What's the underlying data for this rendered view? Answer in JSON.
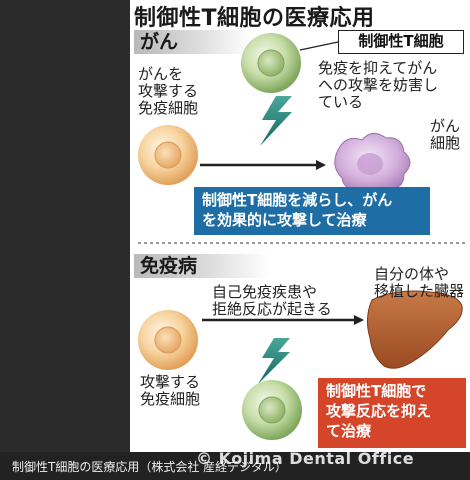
{
  "title": "制御性T細胞の医療応用",
  "sections": {
    "cancer": "がん",
    "autoimmune": "免疫病"
  },
  "cancer_panel": {
    "treg_tag": "制御性T細胞",
    "treg_note": [
      "免疫を抑えてがん",
      "への攻撃を妨害し",
      "ている"
    ],
    "attacking_cell": [
      "がんを",
      "攻撃する",
      "免疫細胞"
    ],
    "cancer_cell": [
      "がん",
      "細胞"
    ],
    "callout": [
      "制御性T細胞を減らし、がん",
      "を効果的に攻撃して治療"
    ]
  },
  "autoimmune_panel": {
    "disease_note": [
      "自己免疫疾患や",
      "拒絶反応が起きる"
    ],
    "target": [
      "自分の体や",
      "移植した臓器"
    ],
    "attacking_cell": [
      "攻撃する",
      "免疫細胞"
    ],
    "callout": [
      "制御性T細胞で",
      "攻撃反応を抑え",
      "て治療"
    ]
  },
  "footer": {
    "caption": "制御性T細胞の医療応用（株式会社 産経デジタル）",
    "watermark": "© Kojima Dental Office"
  },
  "colors": {
    "callout_blue": "#1f6da5",
    "callout_red": "#d4452a",
    "green_cell": "#a9c98a",
    "orange_cell": "#f1c281",
    "cancer_cell": "#c9a3d2",
    "organ": "#b5602e",
    "lightning": "#1e7b72"
  }
}
